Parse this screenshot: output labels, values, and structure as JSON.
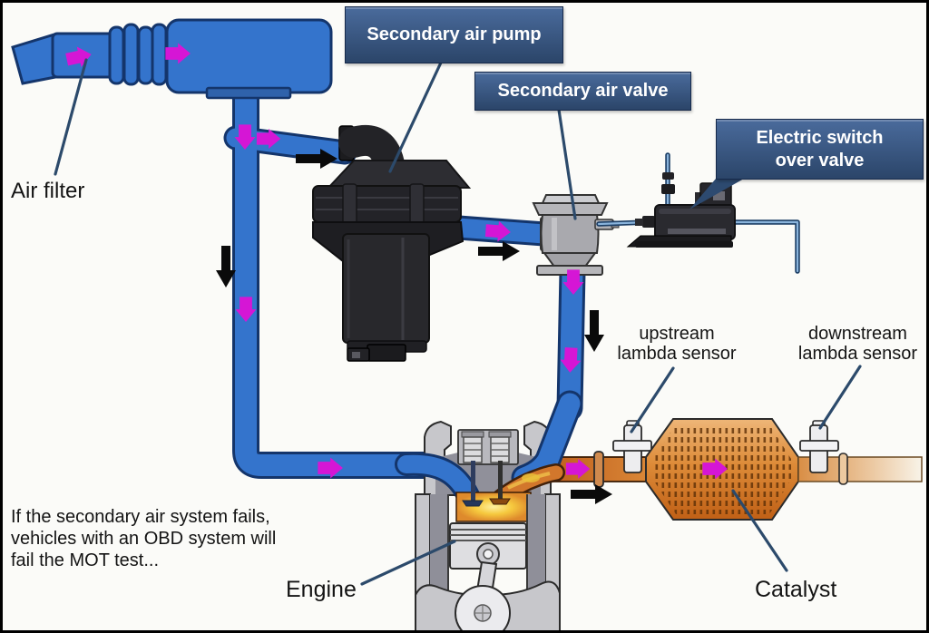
{
  "figure": {
    "subject": "Secondary air injection system diagram"
  },
  "labels": {
    "air_filter": "Air filter",
    "secondary_air_pump": "Secondary air pump",
    "secondary_air_valve": "Secondary air valve",
    "electric_switch_over_valve": "Electric switch over valve",
    "upstream_lambda_sensor": "upstream lambda sensor",
    "downstream_lambda_sensor": "downstream lambda sensor",
    "engine": "Engine",
    "catalyst": "Catalyst"
  },
  "note": "If the secondary air system fails,\nvehicles with an OBD system will\nfail the MOT test...",
  "colors": {
    "background": "#fbfbf8",
    "pipe_blue": "#3474cc",
    "pipe_outline": "#14356b",
    "flow_arrow": "#d516d5",
    "arrow_black": "#0a0a0a",
    "label_box_top": "#4a6b9c",
    "label_box_bottom": "#2b4569",
    "label_text": "#ffffff",
    "callout_line": "#2c4a6b",
    "pump_dark": "#242428",
    "valve_gray": "#a9a9ae",
    "catalyst_orange": "#d9822f",
    "exhaust_dark": "#c1621e",
    "engine_light": "#c7c7cb",
    "engine_dark": "#90909a",
    "text_black": "#141414"
  }
}
